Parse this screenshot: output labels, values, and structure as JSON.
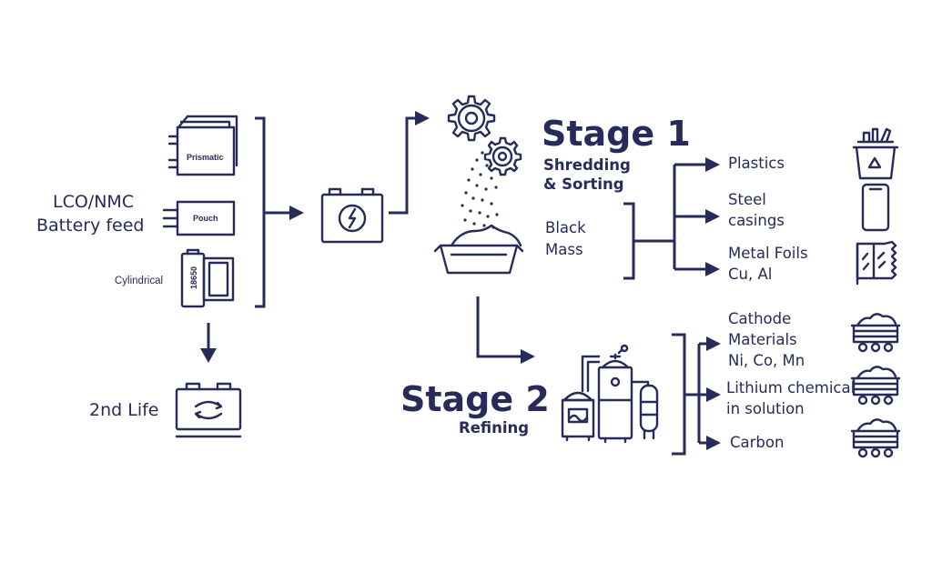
{
  "colors": {
    "ink": "#262b59",
    "background": "#ffffff"
  },
  "feed": {
    "label_line1": "LCO/NMC",
    "label_line2": "Battery feed",
    "cells": {
      "prismatic": "Prismatic",
      "pouch": "Pouch",
      "cylindrical": "Cylindrical",
      "cylindrical_code": "18650"
    }
  },
  "second_life": {
    "label": "2nd Life"
  },
  "stage1": {
    "title": "Stage 1",
    "subtitle_line1": "Shredding",
    "subtitle_line2": "& Sorting",
    "black_mass_line1": "Black",
    "black_mass_line2": "Mass",
    "outputs": [
      {
        "lines": [
          "Plastics"
        ],
        "icon": "recycling-bin-icon"
      },
      {
        "lines": [
          "Steel",
          "casings"
        ],
        "icon": "steel-casing-icon"
      },
      {
        "lines": [
          "Metal Foils",
          "Cu, Al"
        ],
        "icon": "foil-roll-icon"
      }
    ]
  },
  "stage2": {
    "title": "Stage 2",
    "subtitle": "Refining",
    "outputs": [
      {
        "lines": [
          "Cathode",
          "Materials",
          "Ni, Co, Mn"
        ],
        "icon": "mine-cart-icon"
      },
      {
        "lines": [
          "Lithium chemical",
          "in solution"
        ],
        "icon": "mine-cart-icon"
      },
      {
        "lines": [
          "Carbon"
        ],
        "icon": "mine-cart-icon"
      }
    ]
  }
}
